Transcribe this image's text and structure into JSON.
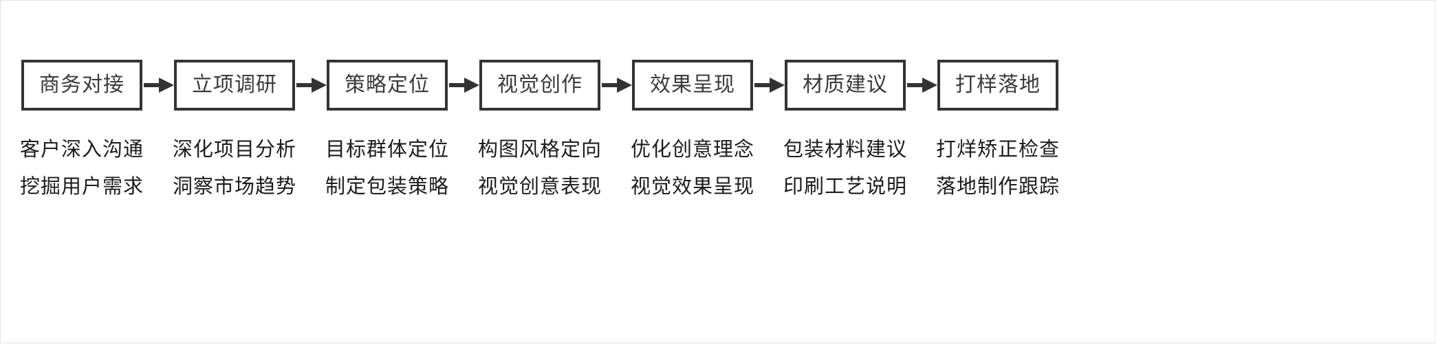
{
  "diagram": {
    "type": "horizontal-process-flow",
    "orientation": "left-to-right",
    "stage_count": 7,
    "arrow_count": 6,
    "colors": {
      "box_border": "#333333",
      "box_fill": "#ffffff",
      "box_label_text": "#3a3a3a",
      "caption_text": "#1c1c1c",
      "arrow": "#333333",
      "canvas_background": "#ffffff",
      "canvas_border": "#e2e2e2"
    },
    "stages": [
      {
        "index": 1,
        "label": "商务对接",
        "caption_line1": "客户深入沟通",
        "caption_line2": "挖掘用户需求"
      },
      {
        "index": 2,
        "label": "立项调研",
        "caption_line1": "深化项目分析",
        "caption_line2": "洞察市场趋势"
      },
      {
        "index": 3,
        "label": "策略定位",
        "caption_line1": "目标群体定位",
        "caption_line2": "制定包装策略"
      },
      {
        "index": 4,
        "label": "视觉创作",
        "caption_line1": "构图风格定向",
        "caption_line2": "视觉创意表现"
      },
      {
        "index": 5,
        "label": "效果呈现",
        "caption_line1": "优化创意理念",
        "caption_line2": "视觉效果呈现"
      },
      {
        "index": 6,
        "label": "材质建议",
        "caption_line1": "包装材料建议",
        "caption_line2": "印刷工艺说明"
      },
      {
        "index": 7,
        "label": "打样落地",
        "caption_line1": "打烊矫正检查",
        "caption_line2": "落地制作跟踪"
      }
    ]
  }
}
